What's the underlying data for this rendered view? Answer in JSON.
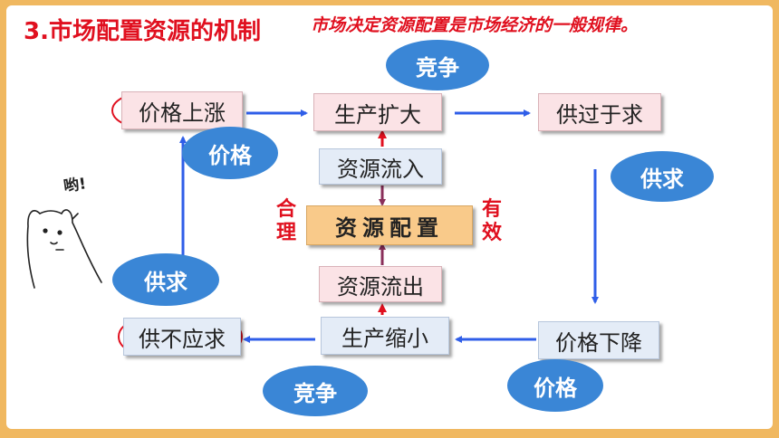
{
  "title": "3.市场配置资源的机制",
  "subtitle": "市场决定资源配置是市场经济的一般规律。",
  "boxes": {
    "price_up": "价格上涨",
    "production_expand": "生产扩大",
    "supply_exceeds_demand": "供过于求",
    "resource_inflow": "资源流入",
    "resource_allocation": "资源配置",
    "resource_outflow": "资源流出",
    "production_shrink": "生产缩小",
    "supply_short": "供不应求",
    "price_down": "价格下降"
  },
  "ellipses": {
    "competition_top": "竞争",
    "price_left": "价格",
    "supply_demand_right": "供求",
    "supply_demand_left": "供求",
    "competition_bottom": "竞争",
    "price_right": "价格"
  },
  "side_labels": {
    "left": "合理",
    "right": "有效"
  },
  "doodle_text": "哟!",
  "colors": {
    "accent_red": "#e0101f",
    "ellipse_blue": "#3a86d6",
    "arrow_blue": "#2f5ee8",
    "arrow_maroon": "#8a2f5a",
    "background_orange": "#f0b860"
  }
}
